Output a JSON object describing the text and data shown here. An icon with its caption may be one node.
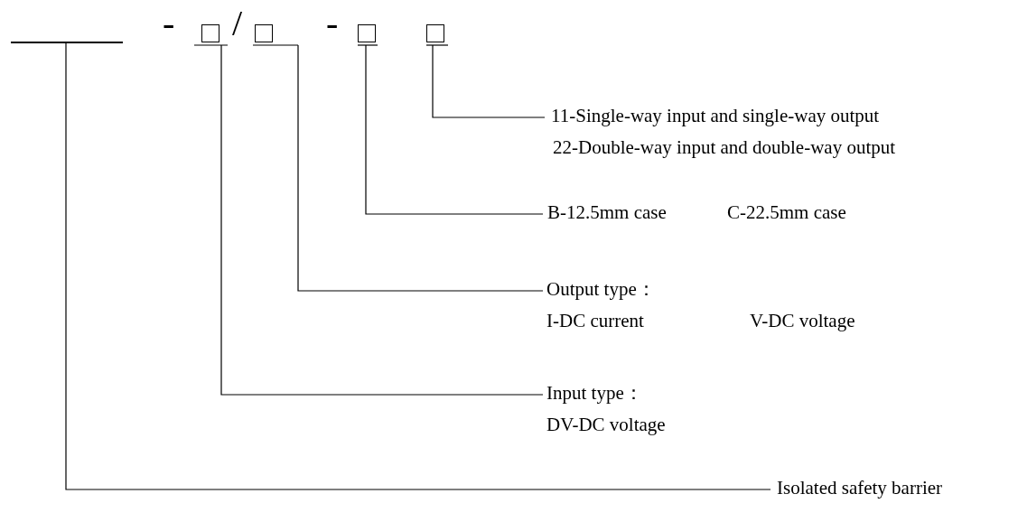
{
  "diagram": {
    "nodes": [
      {
        "text": [],
        "shape": "bar"
      },
      {
        "text": [],
        "shape": "box"
      },
      {
        "text": [],
        "shape": "box"
      },
      {
        "text": [],
        "shape": "box"
      },
      {
        "text": [],
        "shape": "box"
      },
      {
        "text": [
          "11-Single-way input and single-way output",
          "22-Double-way input and double-way output"
        ]
      },
      {
        "text": [
          "B-12.5mm case",
          "C-22.5mm case"
        ]
      },
      {
        "text": [
          "Output type：",
          "I-DC current",
          "V-DC voltage"
        ]
      },
      {
        "text": [
          "Input type：",
          "DV-DC voltage"
        ]
      },
      {
        "text": [
          "Isolated safety barrier"
        ]
      }
    ],
    "edges": [
      {
        "from": 5,
        "to": 4,
        "arrow": "none"
      },
      {
        "from": 6,
        "to": 3,
        "arrow": "none"
      },
      {
        "from": 7,
        "to": 2,
        "arrow": "none"
      },
      {
        "from": 8,
        "to": 1,
        "arrow": "none"
      },
      {
        "from": 9,
        "to": 0,
        "arrow": "none"
      }
    ],
    "labels": [
      "-",
      "/",
      "-"
    ]
  }
}
